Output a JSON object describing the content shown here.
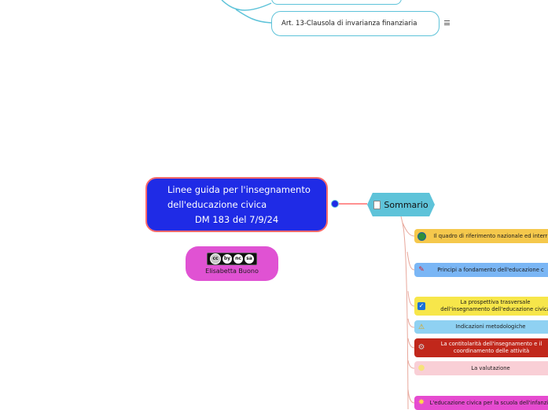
{
  "top_nodes": [
    {
      "label": ""
    },
    {
      "label": "Art. 13-Clausola di invarianza finanziaria"
    }
  ],
  "central": {
    "line1": "Linee guida per l'insegnamento",
    "line2": "dell'educazione civica",
    "line3": "DM 183 del 7/9/24"
  },
  "author": {
    "license_badge": [
      "cc",
      "by",
      "nc",
      "sa"
    ],
    "name": "Elisabetta Buono"
  },
  "sommario": {
    "label": "Sommario"
  },
  "branches": [
    {
      "label": "Il quadro di riferimento nazionale ed interr",
      "icon": "globe-icon",
      "color": "#f5c84c"
    },
    {
      "label": "Principi a fondamento dell'educazione c",
      "icon": "pen-icon",
      "color": "#7ab6f5"
    },
    {
      "label": "La prospettiva trasversale dell'insegnamento dell'educazione civica",
      "icon": "check-icon",
      "color": "#f7e64a"
    },
    {
      "label": "Indicazioni metodologiche",
      "icon": "warning-icon",
      "color": "#8fd1f2"
    },
    {
      "label": "La contitolarità dell'insegnamento e il coordinamento delle attività",
      "icon": "gear-icon",
      "color": "#c1271b"
    },
    {
      "label": "La valutazione",
      "icon": "bulb-icon",
      "color": "#f9cfd6"
    },
    {
      "label": "L'educazione civica per la scuola dell'infanzia",
      "icon": "star-icon",
      "color": "#e64bd0"
    }
  ],
  "colors": {
    "central_fill": "#1f2be6",
    "central_border": "#ff6b6b",
    "connector": "#5ec3d9",
    "sommario_fill": "#5ec3d9",
    "branch_line": "#e8a89c"
  }
}
